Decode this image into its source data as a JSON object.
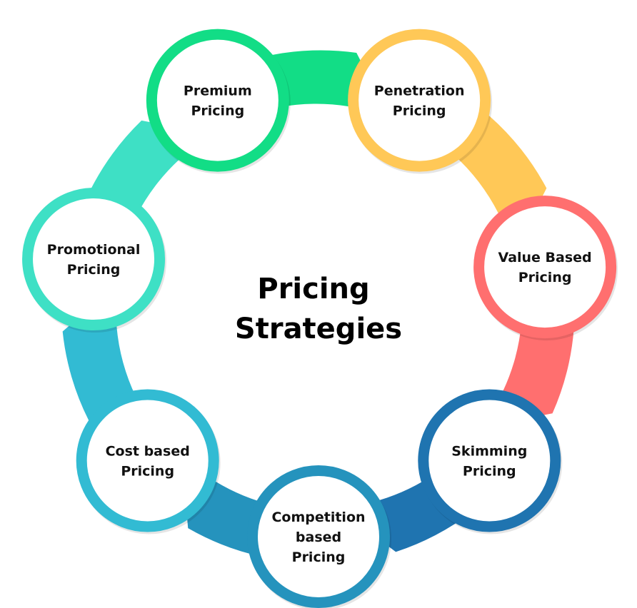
{
  "title": {
    "lines": [
      "Pricing",
      "Strategies"
    ]
  },
  "cycle": {
    "direction": "clockwise",
    "nodes": [
      {
        "id": "premium",
        "lines": [
          "Premium",
          "Pricing"
        ],
        "color": "#12DD86"
      },
      {
        "id": "penetration",
        "lines": [
          "Penetration",
          "Pricing"
        ],
        "color": "#FFC857"
      },
      {
        "id": "value-based",
        "lines": [
          "Value Based",
          "Pricing"
        ],
        "color": "#FF6F6F"
      },
      {
        "id": "skimming",
        "lines": [
          "Skimming",
          "Pricing"
        ],
        "color": "#1F74B0"
      },
      {
        "id": "competition-based",
        "lines": [
          "Competition",
          "based",
          "Pricing"
        ],
        "color": "#2593BD"
      },
      {
        "id": "cost-based",
        "lines": [
          "Cost based",
          "Pricing"
        ],
        "color": "#32BBD3"
      },
      {
        "id": "promotional",
        "lines": [
          "Promotional",
          "Pricing"
        ],
        "color": "#3EE0C5"
      }
    ]
  }
}
